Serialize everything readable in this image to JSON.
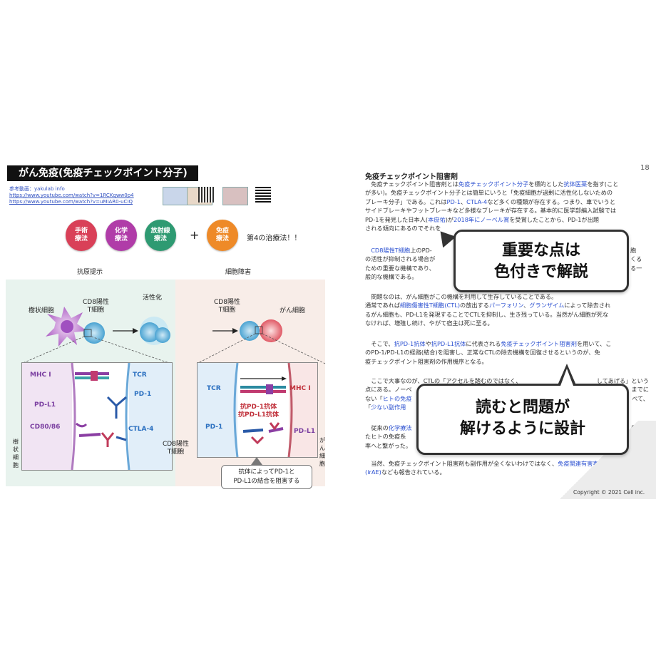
{
  "left_slide": {
    "title": "がん免疫(免疫チェックポイント分子)",
    "ref_label": "参考動画：yakulab info",
    "ref_url_1": "https://www.youtube.com/watch?v=1RCKqww0p4",
    "ref_url_2": "https://www.youtube.com/watch?v=uMIAR0-uCIQ",
    "therapies": [
      {
        "label": "手術\n療法",
        "color": "#d94058"
      },
      {
        "label": "化学\n療法",
        "color": "#b03ca8"
      },
      {
        "label": "放射線\n療法",
        "color": "#2e9a72"
      },
      {
        "label": "免疫\n療法",
        "color": "#ee8a28"
      }
    ],
    "plus": "+",
    "fourth_therapy": "第4の治療法！！",
    "section_left": "抗原提示",
    "section_right": "細胞障害",
    "dendritic_cell": "樹状細胞",
    "cd8_left": "CD8陽性\nT細胞",
    "activation": "活性化",
    "cd8_right": "CD8陽性\nT細胞",
    "cancer_cell": "がん細胞",
    "mhc1_left": "MHC I",
    "tcr_left": "TCR",
    "pd1_left": "PD-1",
    "pdl1_left": "PD-L1",
    "cd80": "CD80/86",
    "ctla4": "CTLA-4",
    "dendritic_cell_vertical": "樹状細胞",
    "cd8_bottom": "CD8陽性\nT細胞",
    "tcr_right": "TCR",
    "mhc1_right": "MHC I",
    "antibody_label": "抗PD-1抗体\n抗PD-L1抗体",
    "pd1_right": "PD-1",
    "pdl1_right": "PD-L1",
    "cancer_cell_vertical": "がん細胞",
    "callout": "抗体によってPD-1と\nPD-L1の結合を阻害する"
  },
  "doc": {
    "page_number": "18",
    "heading": "免疫チェックポイント阻害剤",
    "p1": [
      [
        {
          "t": "　免疫チェックポイント阻害剤とは"
        },
        {
          "t": "免疫チェックポイント分子",
          "h": true
        },
        {
          "t": "を標的とした"
        },
        {
          "t": "抗体医薬",
          "h": true
        },
        {
          "t": "を指す(こと"
        }
      ],
      [
        {
          "t": "が多い)。免疫チェックポイント分子とは簡単にいうと「免疫細胞が過剰に活性化しないための"
        }
      ],
      [
        {
          "t": "ブレーキ分子」である。これは"
        },
        {
          "t": "PD-1",
          "h": true
        },
        {
          "t": "、"
        },
        {
          "t": "CTLA-4",
          "h": true
        },
        {
          "t": "など多くの種類が存在する。つまり、車でいうと"
        }
      ],
      [
        {
          "t": "サイドブレーキやフットブレーキなど多様なブレーキが存在する。基本的に医学部編入試験では"
        }
      ],
      [
        {
          "t": "PD-1を発見した日本人("
        },
        {
          "t": "本庶佑",
          "h": true
        },
        {
          "t": ")が"
        },
        {
          "t": "2018年にノーベル賞",
          "h": true
        },
        {
          "t": "を受賞したことから、PD-1が出題"
        }
      ],
      [
        {
          "t": "される傾向にあるのでそれを"
        }
      ]
    ],
    "p2": [
      [
        {
          "t": "　"
        },
        {
          "t": "CD8陽性T細胞",
          "h": true
        },
        {
          "t": "上のPD-"
        }
      ],
      [
        {
          "t": "の活性が抑制される場合が"
        }
      ],
      [
        {
          "t": "ための重要な機構であり、"
        }
      ],
      [
        {
          "t": "般的な機構である。"
        }
      ]
    ],
    "p2_right_frag": [
      "胞",
      "くる",
      "る一"
    ],
    "p3": [
      [
        {
          "t": "　問題なのは、がん細胞がこの機構を利用して生存していることである。"
        }
      ],
      [
        {
          "t": "通常であれば"
        },
        {
          "t": "細胞傷害性T細胞(CTL)",
          "h": true
        },
        {
          "t": "の放出する"
        },
        {
          "t": "パーフォリン",
          "h": true
        },
        {
          "t": "、"
        },
        {
          "t": "グランザイム",
          "h": true
        },
        {
          "t": "によって除去され"
        }
      ],
      [
        {
          "t": "るがん細胞も、PD-L1を発現することでCTLを抑制し、生き残っている。当然がん細胞が死な"
        }
      ],
      [
        {
          "t": "なければ、増殖し続け、やがて宿主は死に至る。"
        }
      ]
    ],
    "p4": [
      [
        {
          "t": "　そこで、"
        },
        {
          "t": "抗PD-1抗体",
          "h": true
        },
        {
          "t": "や"
        },
        {
          "t": "抗PD-L1抗体",
          "h": true
        },
        {
          "t": "に代表される"
        },
        {
          "t": "免疫チェックポイント阻害剤",
          "h": true
        },
        {
          "t": "を用いて、こ"
        }
      ],
      [
        {
          "t": "のPD-1/PD-L1の経路(結合)を阻害し、正常なCTLの除去機構を回復させるというのが、免"
        }
      ],
      [
        {
          "t": "疫チェックポイント阻害剤の作用機序となる。"
        }
      ]
    ],
    "p5": [
      [
        {
          "t": "　ここで大事なのが、CTLの「アクセルを踏むのではなく、"
        }
      ],
      [
        {
          "t": "点にある。ノーベ"
        }
      ],
      [
        {
          "t": "ない「"
        },
        {
          "t": "ヒトの免疫",
          "h": true
        }
      ],
      [
        {
          "t": "「"
        },
        {
          "t": "少ない副作用",
          "h": true
        }
      ]
    ],
    "p5_right_frag": [
      "してあげる」という",
      "までに",
      "べて、"
    ],
    "p6": [
      [
        {
          "t": "　従来の"
        },
        {
          "t": "化学療法",
          "h": true
        }
      ],
      [
        {
          "t": "たヒトの免疫系"
        }
      ],
      [
        {
          "t": "率へと繋がった。"
        }
      ]
    ],
    "p6_right_frag": [
      "制御さ",
      "な奏効"
    ],
    "p7": [
      [
        {
          "t": "　当然、免疫チェックポイント阻害剤も副作用が全くないわけではなく、"
        },
        {
          "t": "免疫関連有害事象",
          "h": true
        }
      ],
      [
        {
          "t": "(irAE)",
          "h": true
        },
        {
          "t": "なども報告されている。"
        }
      ]
    ],
    "copyright": "Copyright © 2021 Cell inc."
  },
  "bubble_top": "重要な点は\n色付きで解説",
  "bubble_bottom": "読むと問題が\n解けるように設計"
}
